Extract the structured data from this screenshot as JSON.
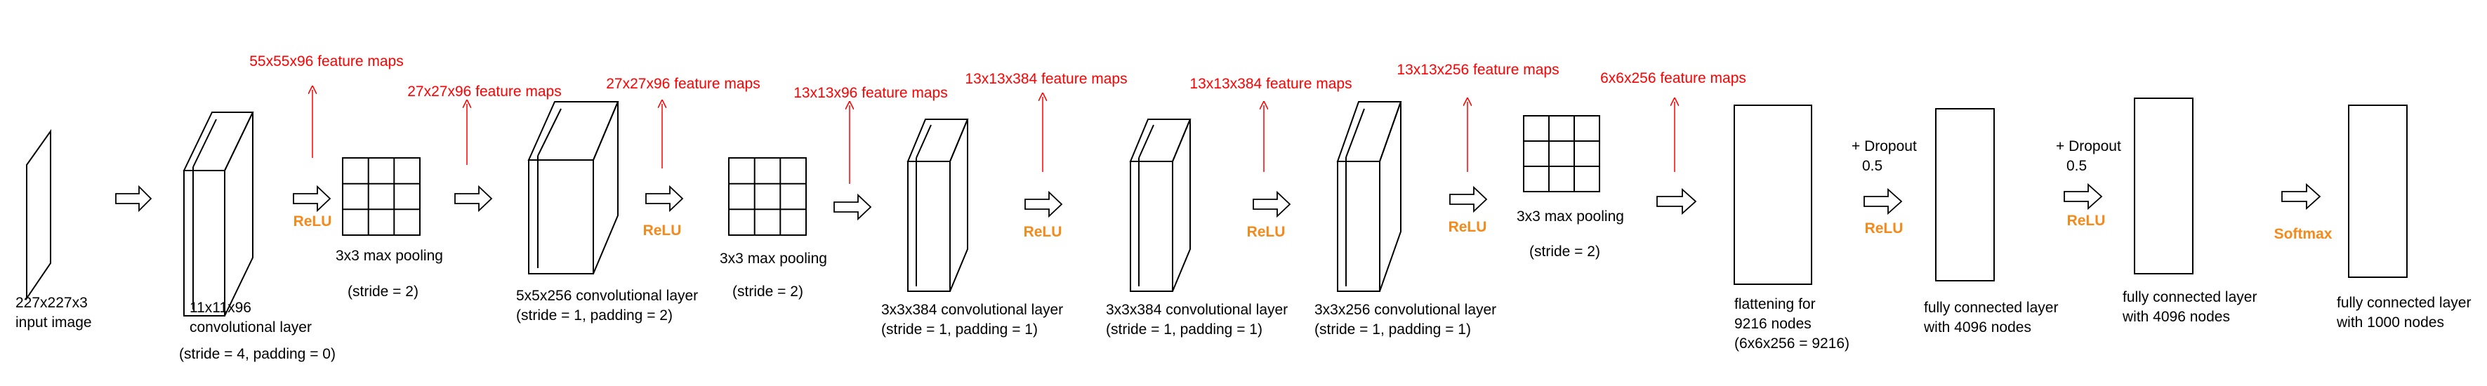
{
  "colors": {
    "feature_text": "#ff0000",
    "activation_text": "#f38a1b",
    "outline": "#000000",
    "background": "#ffffff"
  },
  "stages": {
    "input": {
      "size": "227x227x3",
      "name": "input image"
    },
    "conv1": {
      "kernel": "11x11x96",
      "name": "convolutional layer",
      "params": "(stride = 4, padding = 0)",
      "activation": "ReLU",
      "output": "55x55x96 feature maps"
    },
    "pool1": {
      "name": "3x3 max pooling",
      "params": "(stride = 2)",
      "output": "27x27x96 feature maps"
    },
    "conv2": {
      "name": "5x5x256 convolutional layer",
      "params": "(stride = 1, padding = 2)",
      "activation": "ReLU",
      "output": "27x27x96 feature maps"
    },
    "pool2": {
      "name": "3x3 max pooling",
      "params": "(stride = 2)",
      "output": "13x13x96 feature maps"
    },
    "conv3": {
      "name": "3x3x384 convolutional layer",
      "params": "(stride = 1, padding = 1)",
      "activation": "ReLU",
      "output": "13x13x384 feature maps"
    },
    "conv4": {
      "name": "3x3x384 convolutional layer",
      "params": "(stride = 1, padding = 1)",
      "activation": "ReLU",
      "output": "13x13x384 feature maps"
    },
    "conv5": {
      "name": "3x3x256 convolutional layer",
      "params": "(stride = 1, padding = 1)",
      "activation": "ReLU",
      "output": "13x13x256 feature maps"
    },
    "pool3": {
      "name": "3x3 max pooling",
      "params": "(stride = 2)",
      "output": "6x6x256 feature maps"
    },
    "flatten": {
      "line1": "flattening for",
      "line2": "9216 nodes",
      "line3": "(6x6x256 = 9216)"
    },
    "fc1": {
      "line1": "fully connected layer",
      "line2": "with 4096 nodes",
      "dropout": "+ Dropout",
      "dropout_rate": "0.5",
      "activation": "ReLU"
    },
    "fc2": {
      "line1": "fully connected layer",
      "line2": "with 4096 nodes",
      "dropout": "+ Dropout",
      "dropout_rate": "0.5",
      "activation": "ReLU"
    },
    "fc3": {
      "line1": "fully connected layer",
      "line2": "with 1000 nodes",
      "activation": "Softmax"
    }
  }
}
